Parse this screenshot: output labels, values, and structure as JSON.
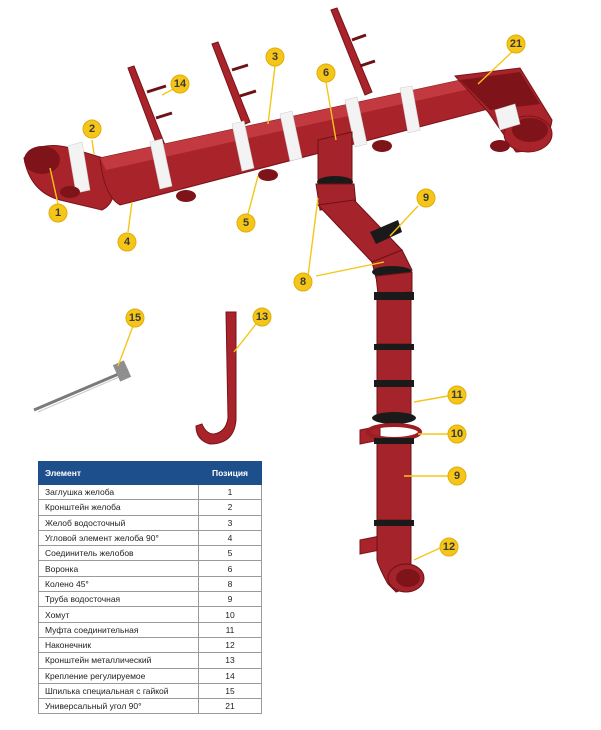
{
  "table": {
    "header": {
      "element": "Элемент",
      "position": "Позиция"
    },
    "rows": [
      {
        "name": "Заглушка желоба",
        "pos": "1"
      },
      {
        "name": "Кронштейн желоба",
        "pos": "2"
      },
      {
        "name": "Желоб водосточный",
        "pos": "3"
      },
      {
        "name": "Угловой элемент желоба 90°",
        "pos": "4"
      },
      {
        "name": "Соединитель желобов",
        "pos": "5"
      },
      {
        "name": "Воронка",
        "pos": "6"
      },
      {
        "name": "Колено 45°",
        "pos": "8"
      },
      {
        "name": "Труба водосточная",
        "pos": "9"
      },
      {
        "name": "Хомут",
        "pos": "10"
      },
      {
        "name": "Муфта соединительная",
        "pos": "11"
      },
      {
        "name": "Наконечник",
        "pos": "12"
      },
      {
        "name": "Кронштейн металлический",
        "pos": "13"
      },
      {
        "name": "Крепление регулируемое",
        "pos": "14"
      },
      {
        "name": "Шпилька специальная с гайкой",
        "pos": "15"
      },
      {
        "name": "Универсальный угол 90°",
        "pos": "21"
      }
    ]
  },
  "callouts": [
    "1",
    "2",
    "3",
    "4",
    "5",
    "6",
    "8",
    "9",
    "9",
    "10",
    "11",
    "12",
    "13",
    "14",
    "15",
    "21"
  ],
  "colors": {
    "product": "#a8232a",
    "badge": "#f5c518",
    "table_header": "#1d4f8c"
  }
}
